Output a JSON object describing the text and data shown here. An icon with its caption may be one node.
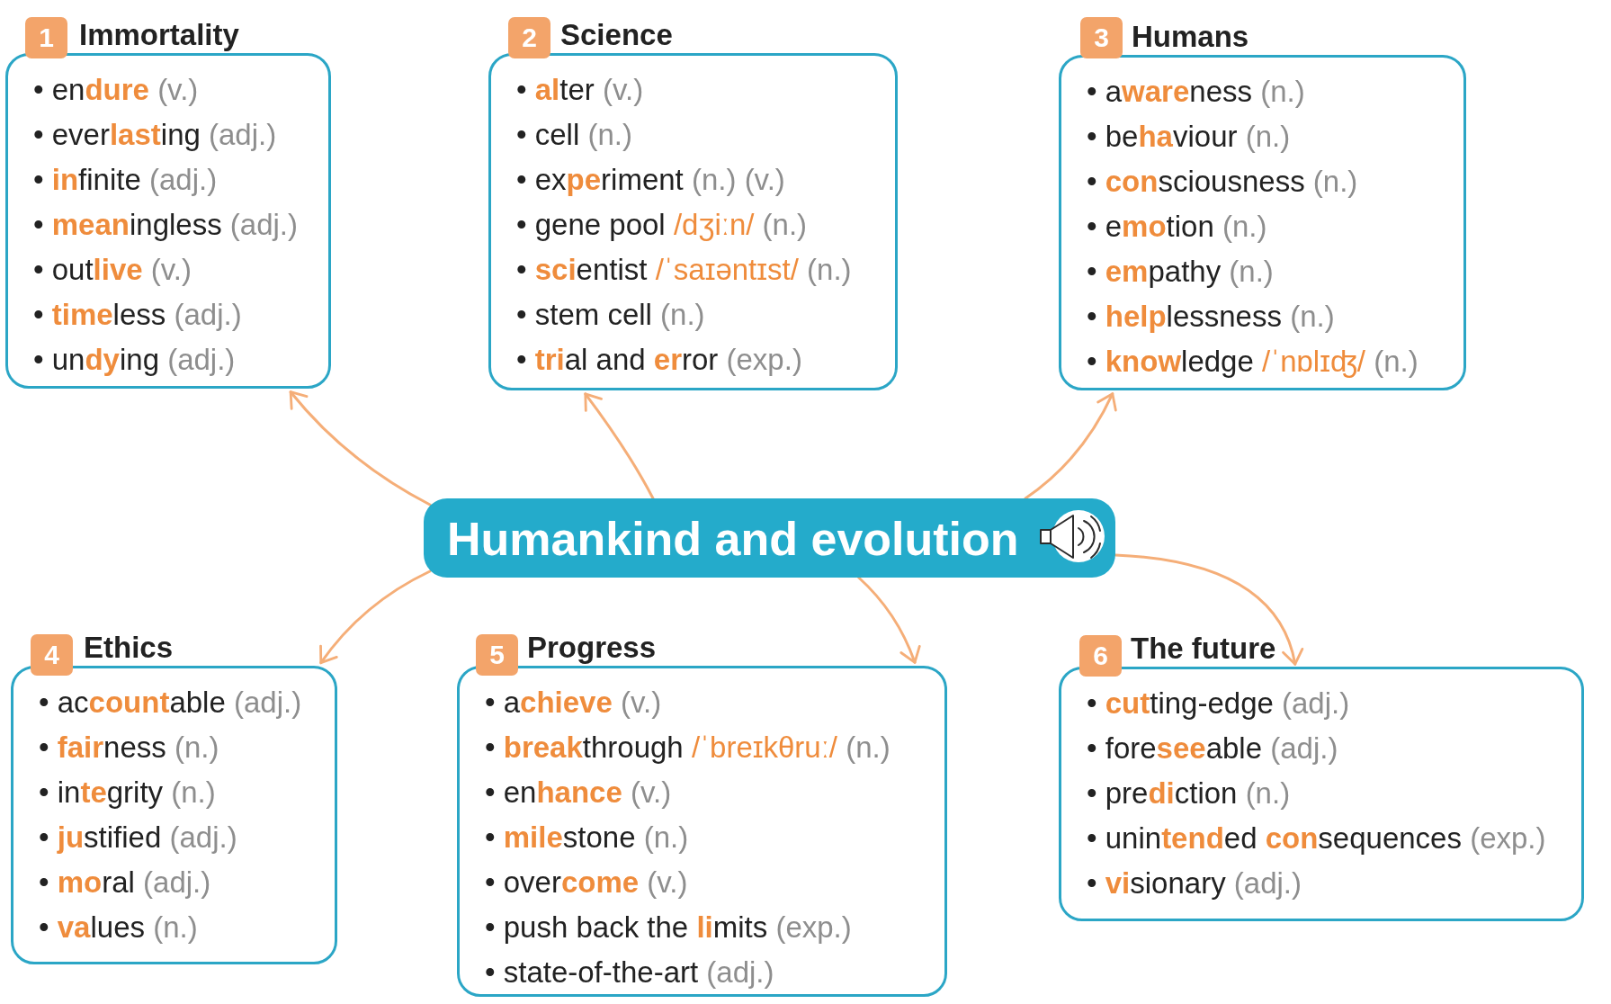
{
  "diagram": {
    "nodes": [
      {
        "text": [
          "1"
        ]
      },
      {
        "text": [
          "Immortality",
          "• en**dure** (v.)",
          "• ever**last**ing (adj.)",
          "• **in**finite (adj.)",
          "• **mean**ingless (adj.)",
          "• out**live** (v.)",
          "• **time**less (adj.)",
          "• un**dy**ing (adj.)"
        ]
      },
      {
        "text": [
          "2"
        ]
      },
      {
        "text": [
          "Science",
          "• **al**ter (v.)",
          "• cell (n.)",
          "• ex**pe**riment (n.) (v.)",
          "• gene pool /dʒiːn/ (n.)",
          "• **sci**entist /ˈsaɪəntɪst/ (n.)",
          "• stem cell (n.)",
          "• **tri**al and **er**ror (exp.)"
        ]
      },
      {
        "text": [
          "3"
        ]
      },
      {
        "text": [
          "Humans",
          "• a**ware**ness (n.)",
          "• be**ha**viour (n.)",
          "• **con**sciousness (n.)",
          "• e**mo**tion (n.)",
          "• **em**pathy (n.)",
          "• **help**lessness (n.)",
          "• **know**ledge /ˈnɒlɪʤ/ (n.)"
        ]
      },
      {
        "text": [
          "Humankind and evolution"
        ]
      },
      {
        "text": [
          "4"
        ]
      },
      {
        "text": [
          "Ethics",
          "• ac**count**able (adj.)",
          "• **fair**ness (n.)",
          "• in**te**grity (n.)",
          "• **ju**stified (adj.)",
          "• **mo**ral (adj.)",
          "• **va**lues (n.)"
        ]
      },
      {
        "text": [
          "5"
        ]
      },
      {
        "text": [
          "Progress",
          "• a**chieve** (v.)",
          "• **break**through /ˈbreɪkθruː/ (n.)",
          "• en**hance** (v.)",
          "• **mile**stone (n.)",
          "• over**come** (v.)",
          "• push back the **li**mits (exp.)",
          "• state-of-the-art (adj.)"
        ]
      },
      {
        "text": [
          "6"
        ]
      },
      {
        "text": [
          "The future",
          "• **cut**ting-edge (adj.)",
          "• fore**see**able (adj.)",
          "• pre**di**ction (n.)",
          "• unin**tend**ed **con**sequences (exp.)",
          "• **vi**sionary (adj.)"
        ]
      }
    ],
    "edges": [
      {
        "from": 6,
        "to": 1,
        "arrow": "to"
      },
      {
        "from": 6,
        "to": 3,
        "arrow": "to"
      },
      {
        "from": 6,
        "to": 5,
        "arrow": "to"
      },
      {
        "from": 6,
        "to": 8,
        "arrow": "to"
      },
      {
        "from": 6,
        "to": 10,
        "arrow": "to"
      },
      {
        "from": 6,
        "to": 12,
        "arrow": "to"
      }
    ]
  }
}
